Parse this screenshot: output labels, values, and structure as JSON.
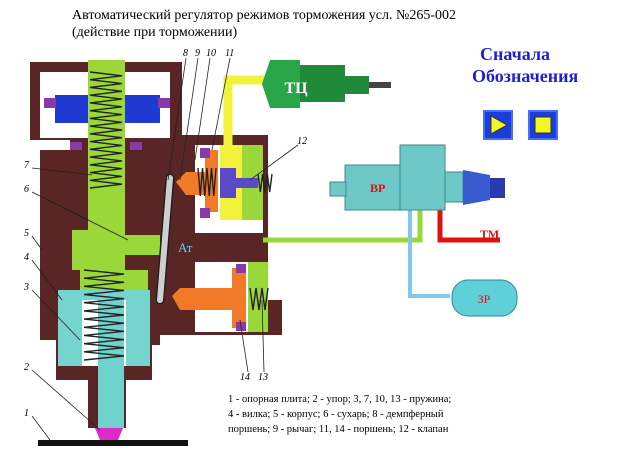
{
  "title": {
    "line1": "Автоматический регулятор режимов торможения усл. №265-002",
    "line2": "(действие при торможении)"
  },
  "nav": {
    "line1": "Сначала",
    "line2": "Обозначения"
  },
  "buttons": {
    "play_icon": "play-triangle-icon",
    "stop_icon": "square-stop-icon"
  },
  "part_labels": {
    "tc": "ТЦ",
    "vr": "ВР",
    "tm": "ТМ",
    "zr": "ЗР",
    "at": "Ат"
  },
  "callouts": [
    "1",
    "2",
    "3",
    "4",
    "5",
    "6",
    "7",
    "8",
    "9",
    "10",
    "11",
    "12",
    "13",
    "14"
  ],
  "legend": {
    "lines": [
      "1 - опорная плита; 2 - упор; 3, 7, 10, 13 - пружина;",
      "4 - вилка; 5 - корпус; 6 - сухарь; 8 - демпферный",
      "поршень; 9 - рычаг; 11, 14 - поршень; 12 - клапан"
    ]
  },
  "colors": {
    "body": "#5a2525",
    "green": "#9ad83a",
    "yellow": "#f2f23a",
    "orange": "#f07a28",
    "violet": "#5a2ab0",
    "teal": "#6fd2cc",
    "red": "#e01010",
    "button": "#1a3fd8"
  }
}
